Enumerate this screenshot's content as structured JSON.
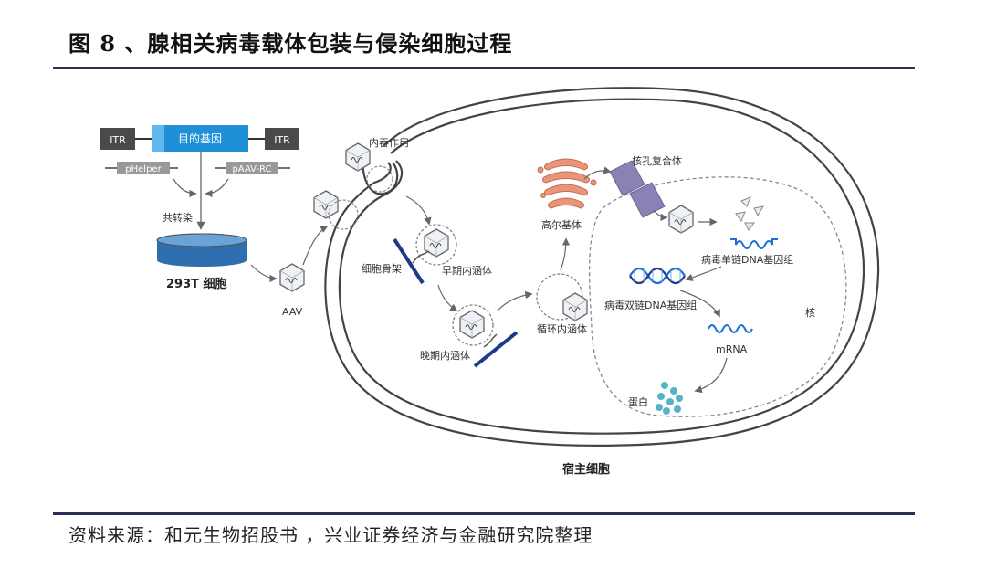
{
  "figure": {
    "title": "图 8 、腺相关病毒载体包装与侵染细胞过程",
    "source": "资料来源：和元生物招股书 ，兴业证券经济与金融研究院整理"
  },
  "diagram": {
    "plasmid": {
      "itr_left": "ITR",
      "gene": "目的基因",
      "itr_right": "ITR"
    },
    "helpers": {
      "helper": "pHelper",
      "rc": "pAAV-RC"
    },
    "cotransfection": "共转染",
    "cell_293t": "293T 细胞",
    "aav": "AAV",
    "endocytosis": "内吞作用",
    "cytoskeleton": "细胞骨架",
    "early_endosome": "早期内涵体",
    "late_endosome": "晚期内涵体",
    "recycling_endosome": "循环内涵体",
    "golgi": "高尔基体",
    "nuclear_pore": "核孔复合体",
    "ssdna": "病毒单链DNA基因组",
    "dsdna": "病毒双链DNA基因组",
    "mrna": "mRNA",
    "protein": "蛋白",
    "nucleus": "核",
    "host_cell": "宿主细胞"
  },
  "colors": {
    "title_rule": "#2b2f5e",
    "gene_blue": "#1f8fd8",
    "itr_gray": "#4a4a4a",
    "dish_blue": "#2f6fb0",
    "cytoskeleton": "#1e3a8a",
    "golgi": "#e8957a",
    "pore": "#8a82b5",
    "dna_blue": "#1e6fd6",
    "protein": "#56b4c8"
  }
}
